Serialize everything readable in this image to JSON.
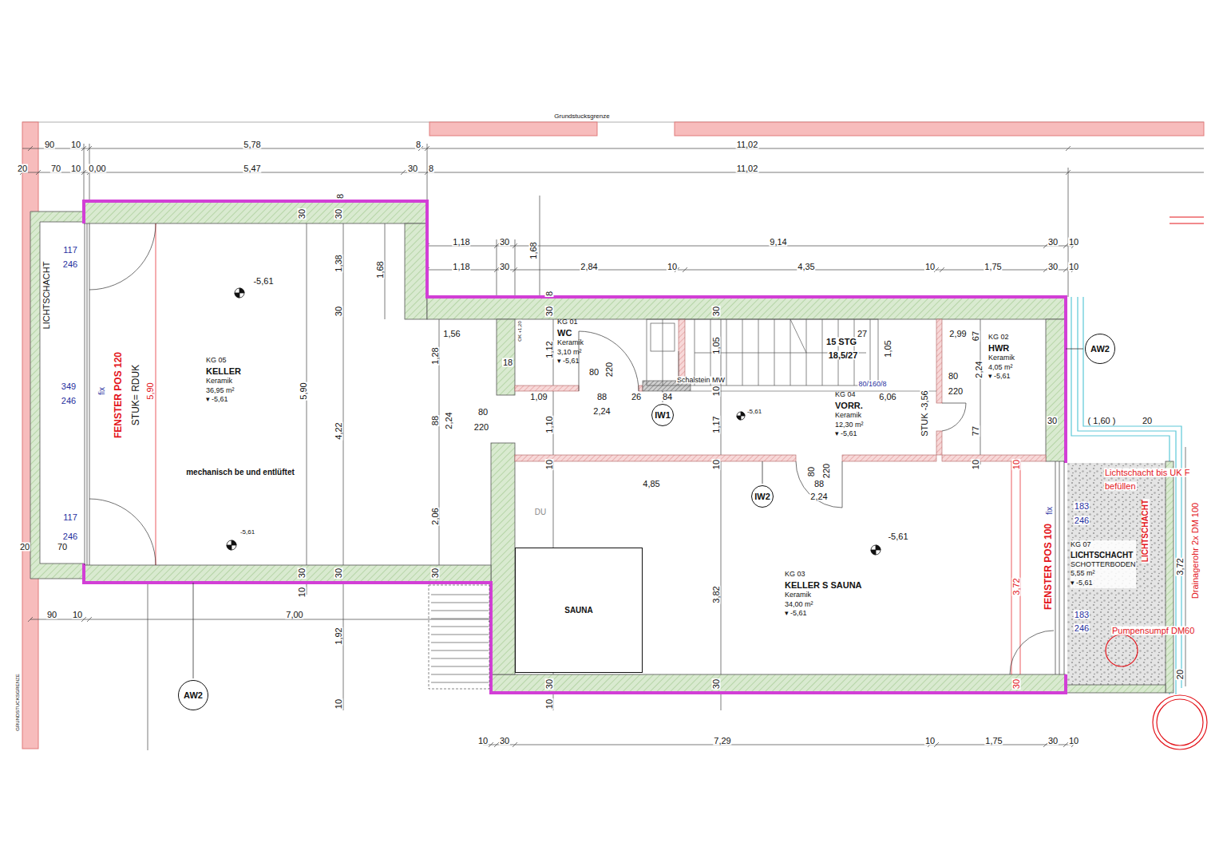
{
  "diagram": {
    "nodes": [
      {
        "text": [
          "KG 05",
          "KELLER",
          "Keramik",
          "36,95 m²",
          "▾ -5,61"
        ]
      },
      {
        "text": [
          "KG 01",
          "WC",
          "Keramik",
          "3,10 m²",
          "▾ -5,61"
        ]
      },
      {
        "text": [
          "KG 04",
          "VORR.",
          "Keramik",
          "12,30 m²",
          "▾ -5,61"
        ]
      },
      {
        "text": [
          "KG 02",
          "HWR",
          "Keramik",
          "4,05 m²",
          "▾ -5,61"
        ]
      },
      {
        "text": [
          "KG 03",
          "KELLER S SAUNA",
          "Keramik",
          "34,00 m²",
          "▾ -5,61"
        ]
      },
      {
        "text": [
          "SAUNA"
        ],
        "in": 4
      },
      {
        "text": [
          "KG 07",
          "LICHTSCHACHT",
          "SCHOTTERBODEN",
          "5,55 m²",
          "▾ -5,61"
        ]
      },
      {
        "text": [
          "AW2"
        ]
      },
      {
        "text": [
          "IW1"
        ]
      },
      {
        "text": [
          "IW2"
        ]
      },
      {
        "text": [
          "AW2"
        ]
      }
    ],
    "labels": [
      "Grundstucksgrenze",
      "90",
      "10",
      "5,78",
      "8",
      "11,02",
      "20",
      "70",
      "10",
      "0,00",
      "5,47",
      "30",
      "8",
      "11,02",
      "1,18",
      "30",
      "9,14",
      "30",
      "10",
      "1,18",
      "30",
      "2,84",
      "10",
      "4,35",
      "10",
      "1,75",
      "30",
      "10",
      "30",
      "30",
      "8",
      "1,38",
      "1,68",
      "30",
      "1,68",
      "30",
      "8",
      "30",
      "1,28",
      "88",
      "2,24",
      "2,06",
      "30",
      "30",
      "30",
      "10",
      "1,92",
      "10",
      "5,90",
      "4,22",
      "1,12",
      "1,10",
      "10",
      "3,72",
      "30",
      "10",
      "1,05",
      "10",
      "1,17",
      "10",
      "3,82",
      "30",
      "1,05",
      "67",
      "2,24",
      "77",
      "10",
      "10",
      "3,72",
      "30",
      "3,72",
      "20",
      "1,56",
      "18",
      "1,09",
      "88",
      "2,24",
      "26",
      "84",
      "80",
      "220",
      "80",
      "220",
      "27",
      "6,06",
      "2,99",
      "80",
      "220",
      "STUK -3,56",
      "4,85",
      "80",
      "220",
      "88",
      "2,24",
      "30",
      "( 1,60 )",
      "20",
      "90",
      "10",
      "7,00",
      "20",
      "70",
      "10",
      "30",
      "7,29",
      "10",
      "1,75",
      "30",
      "10",
      "117",
      "246",
      "349",
      "246",
      "117",
      "246",
      "183",
      "246",
      "183",
      "246",
      "fix",
      "fix",
      "FENSTER POS 120",
      "STUK= RDUK",
      "5,90",
      "FENSTER POS 100",
      "LICHTSCHACHT",
      "LICHTSCHACHT",
      "Lichtschacht bis UK F",
      "befüllen",
      "Drainagerohr 2x DM 100",
      "Pumpensumpf DM60",
      "-5,61",
      "-5,61",
      "-5,61",
      "-5,61",
      "mechanisch be und entlüftet",
      "DU",
      "Schalstein MW",
      "15 STG",
      "18,5/27",
      "80/160/8",
      "OK +1,20",
      "GRUNDSTUCKSGRENZE"
    ]
  }
}
